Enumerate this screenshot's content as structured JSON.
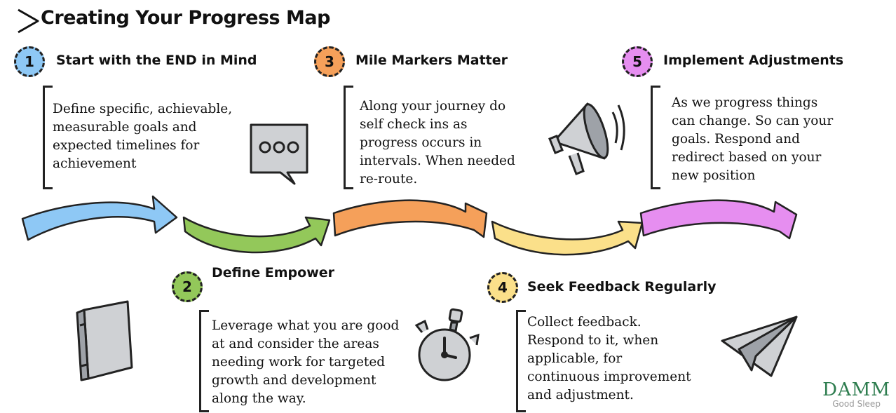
{
  "title": "Creating Your Progress Map",
  "steps": [
    {
      "number": "1",
      "title": "Start with the END in Mind",
      "text": "Define specific, achievable,\nmeasurable goals and\nexpected timelines for\nachievement",
      "color": "#8ec8f5",
      "icon": "speech-bubble-icon"
    },
    {
      "number": "2",
      "title": "Define Empower",
      "text": "Leverage what you are good\nat and consider the areas\nneeding work for targeted\ngrowth and development\nalong the way.",
      "color": "#93c85a",
      "icon": "stopwatch-icon"
    },
    {
      "number": "3",
      "title": "Mile Markers Matter",
      "text": "Along your journey do\nself check ins as\nprogress occurs in\nintervals.  When needed\nre-route.",
      "color": "#f5a05a",
      "icon": "megaphone-icon"
    },
    {
      "number": "4",
      "title": "Seek Feedback Regularly",
      "text": "Collect feedback.\nRespond to it, when\napplicable,  for\ncontinuous improvement\nand adjustment.",
      "color": "#fbe08a",
      "icon": "paper-plane-icon"
    },
    {
      "number": "5",
      "title": "Implement Adjustments",
      "text": "As we progress things\ncan change. So can your\ngoals. Respond and\nredirect based on your\nnew position",
      "color": "#e68ef0",
      "icon": "megaphone-icon"
    }
  ],
  "arrow_colors": [
    "#8ec8f5",
    "#93c85a",
    "#f5a05a",
    "#fbe08a",
    "#e68ef0"
  ],
  "extra_icons": [
    "book-icon"
  ],
  "logo": {
    "main": "DAMM",
    "sub": "Good Sleep"
  }
}
